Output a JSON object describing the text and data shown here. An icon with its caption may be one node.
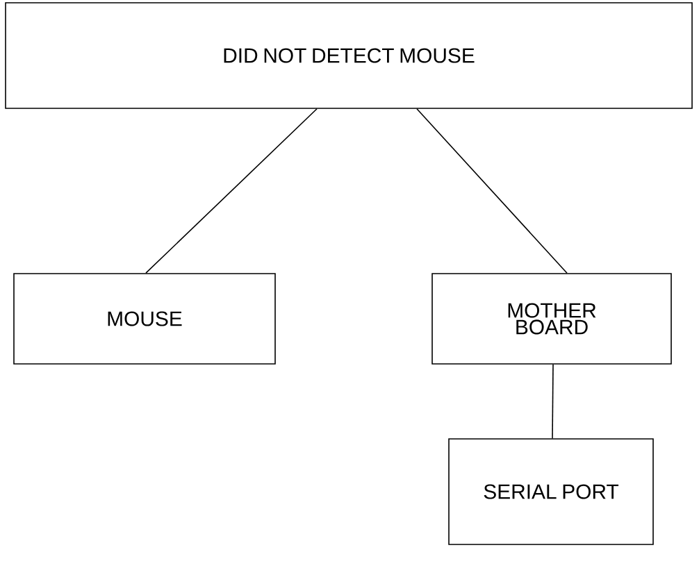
{
  "diagram": {
    "nodes": [
      {
        "text": [
          "DID NOT DETECT MOUSE"
        ]
      },
      {
        "text": [
          "MOUSE"
        ]
      },
      {
        "text": [
          "MOTHER BOARD"
        ]
      },
      {
        "text": [
          "SERIAL PORT"
        ]
      }
    ],
    "edges": [
      {
        "from": 0,
        "to": 1,
        "arrow": "none"
      },
      {
        "from": 0,
        "to": 2,
        "arrow": "none"
      },
      {
        "from": 2,
        "to": 3,
        "arrow": "none"
      }
    ]
  }
}
